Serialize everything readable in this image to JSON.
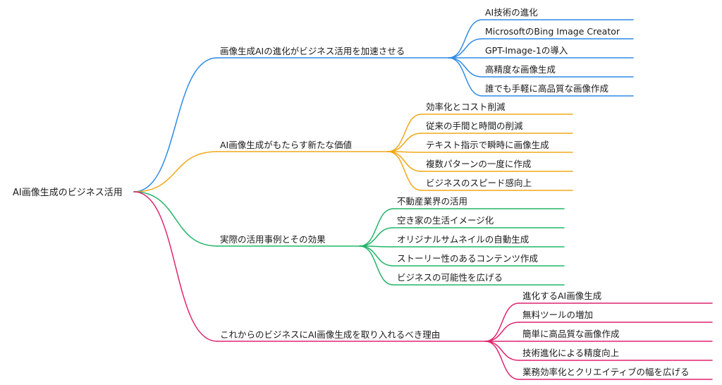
{
  "root": {
    "label": "AI画像生成のビジネス活用"
  },
  "branches": [
    {
      "label": "画像生成AIの進化がビジネス活用を加速させる",
      "color": "#2f8be6",
      "children": [
        "AI技術の進化",
        "MicrosoftのBing Image Creator",
        "GPT-Image-1の導入",
        "高精度な画像生成",
        "誰でも手軽に高品質な画像作成"
      ]
    },
    {
      "label": "AI画像生成がもたらす新たな価値",
      "color": "#f0a818",
      "children": [
        "効率化とコスト削減",
        "従来の手間と時間の削減",
        "テキスト指示で瞬時に画像生成",
        "複数パターンの一度に作成",
        "ビジネスのスピード感向上"
      ]
    },
    {
      "label": "実際の活用事例とその効果",
      "color": "#22b568",
      "children": [
        "不動産業界の活用",
        "空き家の生活イメージ化",
        "オリジナルサムネイルの自動生成",
        "ストーリー性のあるコンテンツ作成",
        "ビジネスの可能性を広げる"
      ]
    },
    {
      "label": "これからのビジネスにAI画像生成を取り入れるべき理由",
      "color": "#e0246e",
      "children": [
        "進化するAI画像生成",
        "無料ツールの増加",
        "簡単に高品質な画像作成",
        "技術進化による精度向上",
        "業務効率化とクリエイティブの幅を広げる"
      ]
    }
  ]
}
